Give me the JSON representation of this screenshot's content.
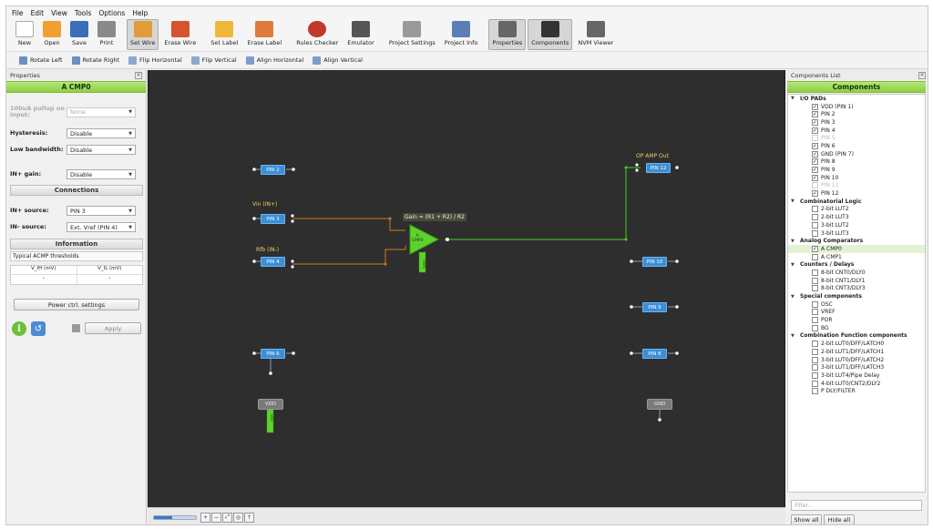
{
  "menu": [
    "File",
    "Edit",
    "View",
    "Tools",
    "Options",
    "Help"
  ],
  "toolbar": [
    {
      "label": "New",
      "icon": "new-file-icon",
      "color": "#ffffff"
    },
    {
      "label": "Open",
      "icon": "open-folder-icon",
      "color": "#f0a030"
    },
    {
      "label": "Save",
      "icon": "save-icon",
      "color": "#3a6fb8"
    },
    {
      "label": "Print",
      "icon": "print-icon",
      "color": "#7a7a7a"
    },
    {
      "label": "Set Wire",
      "icon": "set-wire-icon",
      "color": "#e09b3a",
      "active": true
    },
    {
      "label": "Erase Wire",
      "icon": "erase-wire-icon",
      "color": "#d6532f"
    },
    {
      "label": "Set Label",
      "icon": "set-label-icon",
      "color": "#f0b83a"
    },
    {
      "label": "Erase Label",
      "icon": "erase-label-icon",
      "color": "#e07a3a"
    },
    {
      "label": "Rules Checker",
      "icon": "bug-icon",
      "color": "#c0392b"
    },
    {
      "label": "Emulator",
      "icon": "joystick-icon",
      "color": "#555555"
    },
    {
      "label": "Project Settings",
      "icon": "wrench-icon",
      "color": "#8a8a8a"
    },
    {
      "label": "Project Info",
      "icon": "info-doc-icon",
      "color": "#5b7fb5"
    },
    {
      "label": "Properties",
      "icon": "hammer-icon",
      "color": "#555555",
      "active": true
    },
    {
      "label": "Components",
      "icon": "chip-icon",
      "color": "#333333",
      "active": true
    },
    {
      "label": "NVM Viewer",
      "icon": "nvm-grid-icon",
      "color": "#666666"
    }
  ],
  "toolbar2": [
    "Rotate Left",
    "Rotate Right",
    "Flip Horizontal",
    "Flip Vertical",
    "Align Horizontal",
    "Align Vertical"
  ],
  "properties": {
    "panel_title": "Properties",
    "component": "A CMP0",
    "pullup_label": "100uA pullup on input:",
    "pullup_value": "None",
    "hysteresis_label": "Hysteresis:",
    "hysteresis_value": "Disable",
    "lowbw_label": "Low bandwidth:",
    "lowbw_value": "Disable",
    "ingain_label": "IN+ gain:",
    "ingain_value": "Disable",
    "connections_head": "Connections",
    "inplus_label": "IN+ source:",
    "inplus_value": "PIN 3",
    "inminus_label": "IN- source:",
    "inminus_value": "Ext. Vref (PIN 4)",
    "information_head": "Information",
    "info_text": "Typical ACMP thresholds",
    "col1": "V_IH (mV)",
    "col2": "V_IL (mV)",
    "val1": "-",
    "val2": "-",
    "power_btn": "Power ctrl. settings",
    "apply_btn": "Apply"
  },
  "canvas": {
    "pins_left": [
      "PIN 2",
      "PIN 3",
      "PIN 4",
      "PIN 6"
    ],
    "pins_right": [
      "PIN 12",
      "PIN 10",
      "PIN 9",
      "PIN 8"
    ],
    "label_vin": "Vin (IN+)",
    "label_rfb": "Rfb (IN-)",
    "label_out": "OP AMP Out",
    "gain_formula": "Gain = (R1 + R2) / R2",
    "cmp_label1": "A",
    "cmp_label2": "CMP0",
    "cmp_vertical": "CMP0",
    "vdd_block": "VDD",
    "gnd_block": "GND",
    "vdd_vertical": "VDD"
  },
  "components": {
    "panel_title": "Components List",
    "header": "Components",
    "groups": [
      {
        "name": "I/O PADs",
        "items": [
          {
            "label": "VDD (PIN 1)",
            "checked": true
          },
          {
            "label": "PIN 2",
            "checked": true
          },
          {
            "label": "PIN 3",
            "checked": true
          },
          {
            "label": "PIN 4",
            "checked": true
          },
          {
            "label": "PIN 5",
            "checked": false,
            "disabled": true
          },
          {
            "label": "PIN 6",
            "checked": true
          },
          {
            "label": "GND (PIN 7)",
            "checked": true
          },
          {
            "label": "PIN 8",
            "checked": true
          },
          {
            "label": "PIN 9",
            "checked": true
          },
          {
            "label": "PIN 10",
            "checked": true
          },
          {
            "label": "PIN 11",
            "checked": false,
            "disabled": true
          },
          {
            "label": "PIN 12",
            "checked": true
          }
        ]
      },
      {
        "name": "Combinatorial Logic",
        "items": [
          {
            "label": "2-bit LUT2",
            "checked": false
          },
          {
            "label": "2-bit LUT3",
            "checked": false
          },
          {
            "label": "3-bit LUT2",
            "checked": false
          },
          {
            "label": "3-bit LUT3",
            "checked": false
          }
        ]
      },
      {
        "name": "Analog Comparators",
        "items": [
          {
            "label": "A CMP0",
            "checked": true,
            "selected": true
          },
          {
            "label": "A CMP1",
            "checked": false
          }
        ]
      },
      {
        "name": "Counters / Delays",
        "items": [
          {
            "label": "8-bit CNT0/DLY0",
            "checked": false
          },
          {
            "label": "8-bit CNT1/DLY1",
            "checked": false
          },
          {
            "label": "8-bit CNT3/DLY3",
            "checked": false
          }
        ]
      },
      {
        "name": "Special components",
        "items": [
          {
            "label": "OSC",
            "checked": false
          },
          {
            "label": "VREF",
            "checked": false
          },
          {
            "label": "POR",
            "checked": false
          },
          {
            "label": "BG",
            "checked": false
          }
        ]
      },
      {
        "name": "Combination Function components",
        "items": [
          {
            "label": "2-bit LUT0/DFF/LATCH0",
            "checked": false
          },
          {
            "label": "2-bit LUT1/DFF/LATCH1",
            "checked": false
          },
          {
            "label": "3-bit LUT0/DFF/LATCH2",
            "checked": false
          },
          {
            "label": "3-bit LUT1/DFF/LATCH3",
            "checked": false
          },
          {
            "label": "3-bit LUT4/Pipe Delay",
            "checked": false
          },
          {
            "label": "4-bit LUT0/CNT2/DLY2",
            "checked": false
          },
          {
            "label": "P DLY/FILTER",
            "checked": false
          }
        ]
      }
    ],
    "filter_placeholder": "Filter...",
    "show_all": "Show all",
    "hide_all": "Hide all"
  },
  "colors": {
    "wire_orange": "#d07a1e",
    "wire_green": "#44d21e",
    "pin_blue": "#3a8fd6",
    "cmp_green": "#5fd12e"
  }
}
